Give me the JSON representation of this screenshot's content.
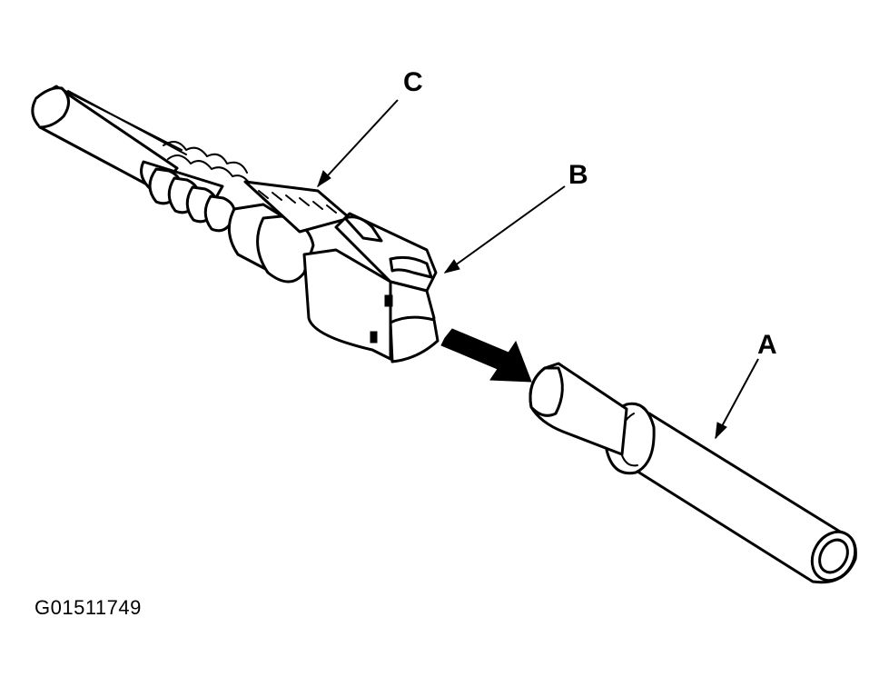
{
  "labels": {
    "a": "A",
    "b": "B",
    "c": "C"
  },
  "figure_id": "G01511749",
  "colors": {
    "ink": "#000000",
    "background": "#ffffff"
  }
}
